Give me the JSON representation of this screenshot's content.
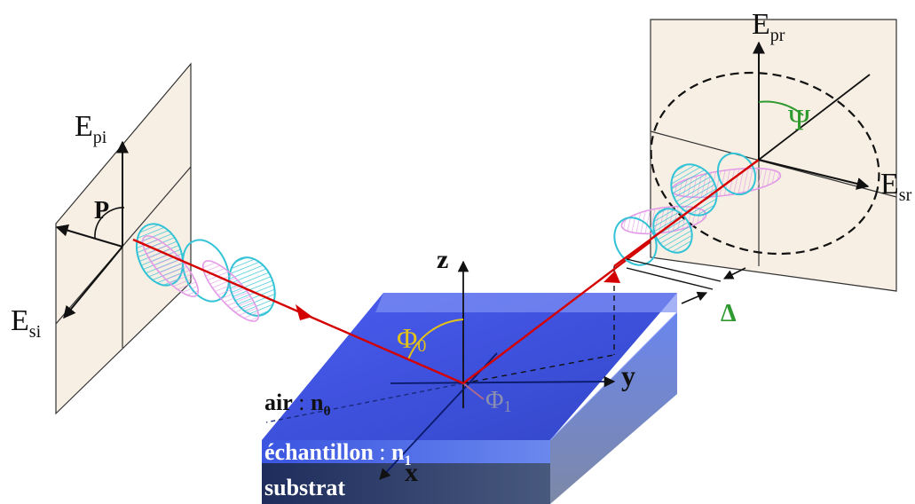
{
  "labels": {
    "e_pi_main": "E",
    "e_pi_sub": "pi",
    "e_si_main": "E",
    "e_si_sub": "si",
    "e_pr_main": "E",
    "e_pr_sub": "pr",
    "e_sr_main": "E",
    "e_sr_sub": "sr",
    "angle_p": "P",
    "angle_psi": "Ψ",
    "delta": "Δ",
    "phi0": "Φ",
    "phi0_sub": "0",
    "phi1": "Φ",
    "phi1_sub": "1",
    "axis_z": "z",
    "axis_y": "y",
    "axis_x": "x",
    "air_label": "air",
    "air_sep": " : ",
    "air_n": "n",
    "air_n_sub": "0",
    "sample_label": "échantillon",
    "sample_sep": " : ",
    "sample_n": "n",
    "sample_n_sub": "1",
    "substrate_label": "substrat"
  },
  "colors": {
    "beam": "#d40000",
    "wave_s": "#33c3d6",
    "wave_p": "#e39ae6",
    "panel_fill": "#f7efe4",
    "film_top": "#3a4fd6",
    "film_side": "#5a78e6",
    "substrate": "#2d3f73",
    "angle_phi0": "#e2c21a",
    "angle_psi": "#2f9a2f",
    "delta": "#2f9a2f"
  }
}
